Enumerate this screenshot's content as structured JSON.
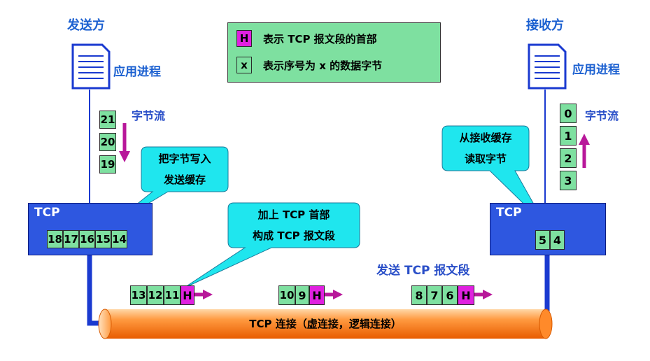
{
  "sender": {
    "title": "发送方",
    "process_label": "应用进程",
    "byte_stream_label": "字节流",
    "stream_bytes": [
      "21",
      "20",
      "19"
    ],
    "buffer_bytes": [
      "18",
      "17",
      "16",
      "15",
      "14"
    ],
    "tcp_label": "TCP"
  },
  "receiver": {
    "title": "接收方",
    "process_label": "应用进程",
    "byte_stream_label": "字节流",
    "stream_bytes": [
      "0",
      "1",
      "2",
      "3"
    ],
    "buffer_bytes": [
      "5",
      "4"
    ],
    "tcp_label": "TCP"
  },
  "legend": {
    "h_symbol": "H",
    "h_text": "表示 TCP 报文段的首部",
    "x_symbol": "x",
    "x_text": "表示序号为 x 的数据字节"
  },
  "callouts": {
    "write_line1": "把字节写入",
    "write_line2": "发送缓存",
    "header_line1": "加上 TCP 首部",
    "header_line2": "构成 TCP 报文段",
    "read_line1": "从接收缓存",
    "read_line2": "读取字节"
  },
  "send_segment_label": "发送 TCP 报文段",
  "segments": [
    {
      "bytes": [
        "13",
        "12",
        "11"
      ],
      "header": "H"
    },
    {
      "bytes": [
        "10",
        "9"
      ],
      "header": "H"
    },
    {
      "bytes": [
        "8",
        "7",
        "6"
      ],
      "header": "H"
    }
  ],
  "connection_label": "TCP 连接（虚连接，逻辑连接）",
  "colors": {
    "byte_green": "#7ee0a0",
    "header_magenta": "#e020e0",
    "tcp_blue": "#2e57e0",
    "callout_cyan": "#1fe6ee",
    "pipe_orange": "#ff7a1a",
    "title_blue": "#1a5fd0"
  }
}
